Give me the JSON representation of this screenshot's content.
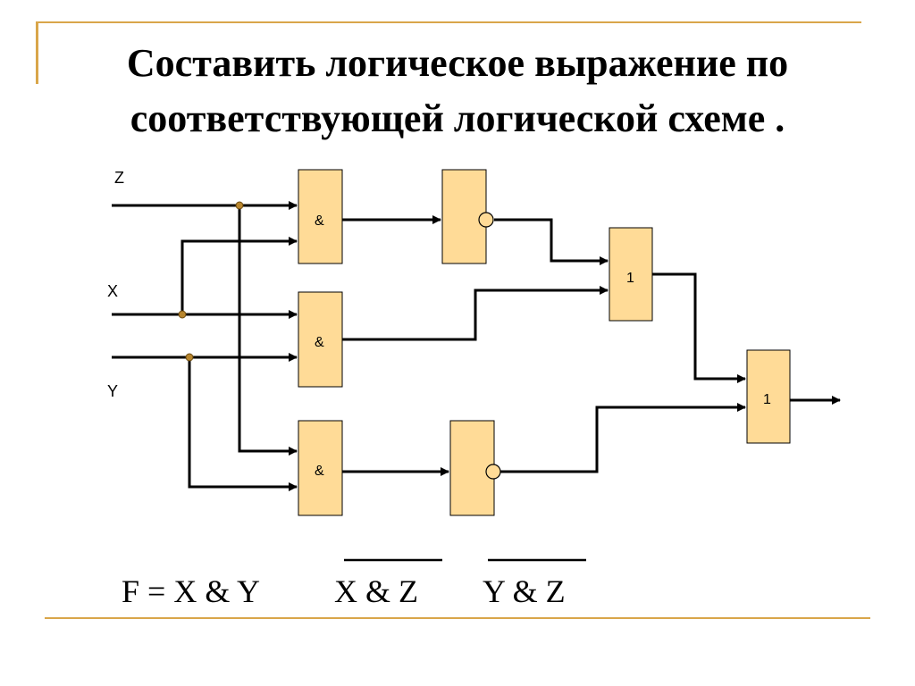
{
  "slide": {
    "title_line1": "Составить логическое выражение по",
    "title_line2": "соответствующей логической схеме ."
  },
  "colors": {
    "accent": "#d9a64a",
    "gate_fill": "#ffdb97",
    "junction": "#b8862e"
  },
  "inputs": {
    "z": "Z",
    "x": "X",
    "y": "Y"
  },
  "gates": {
    "and1": "&",
    "and2": "&",
    "and3": "&",
    "or1": "1",
    "or2": "1"
  },
  "formula": {
    "prefix": "F = X & Y",
    "term2": "X & Z",
    "term3": "Y & Z"
  }
}
